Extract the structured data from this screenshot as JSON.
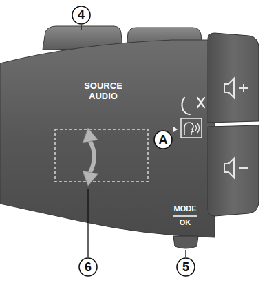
{
  "diagram": {
    "nodes": [
      {
        "text": [
          "4"
        ]
      },
      {
        "text": [
          "A"
        ]
      },
      {
        "text": [
          "6"
        ]
      },
      {
        "text": [
          "5"
        ]
      }
    ],
    "labels": [
      "SOURCE AUDIO",
      "MODE",
      "OK"
    ]
  }
}
